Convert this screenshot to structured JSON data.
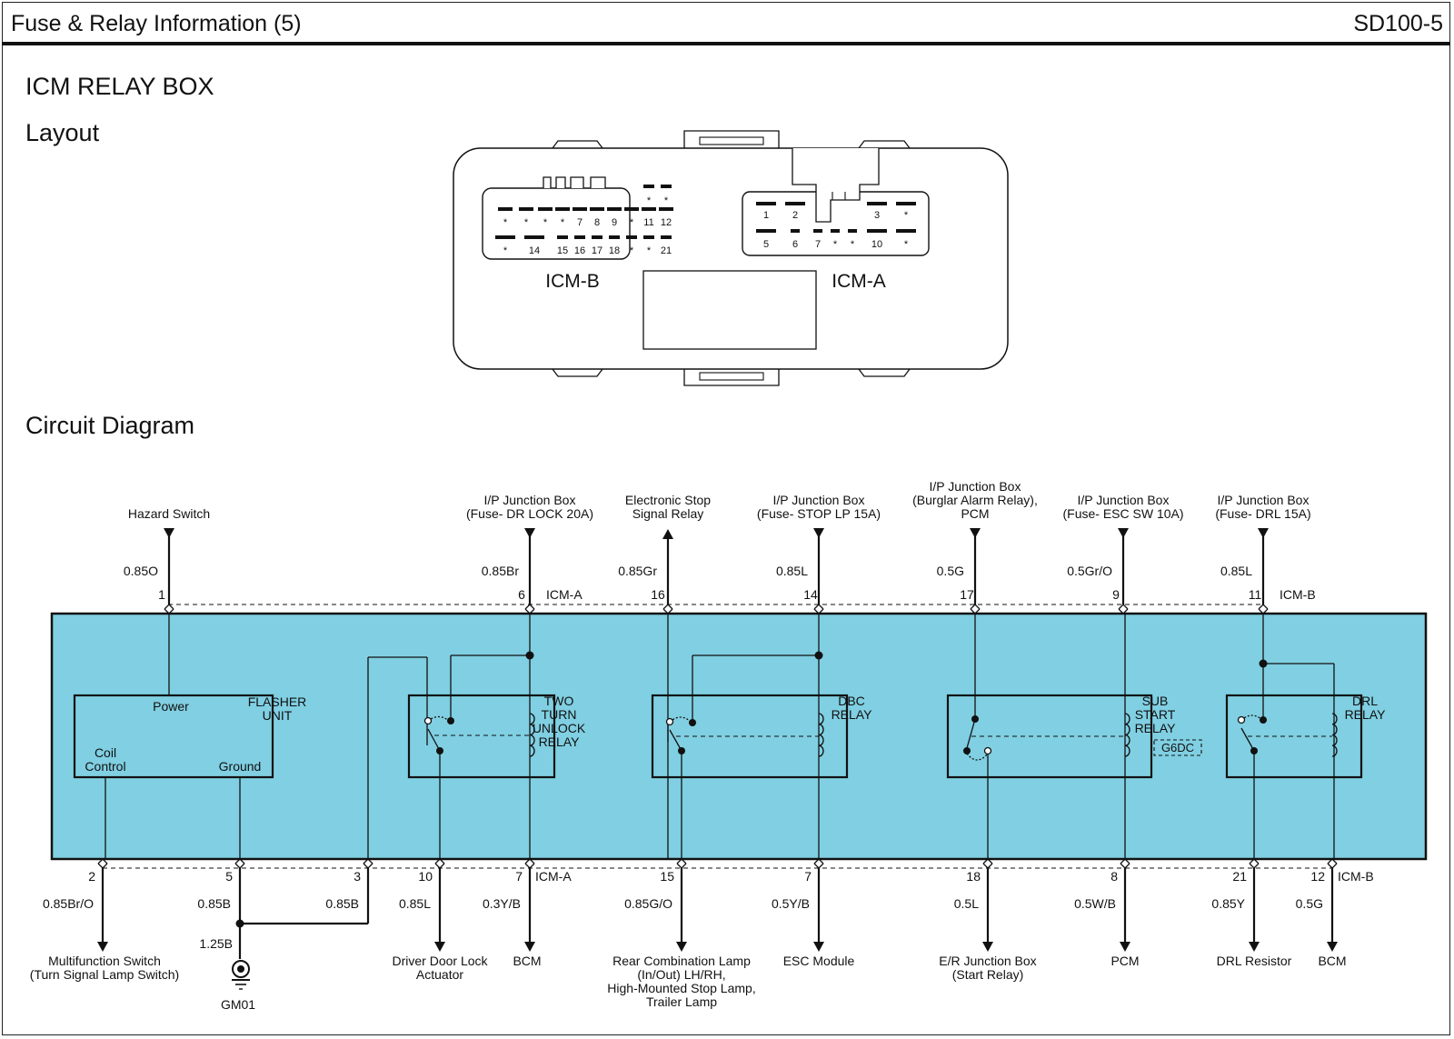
{
  "header": {
    "title": "Fuse & Relay Information (5)",
    "code": "SD100-5"
  },
  "sections": {
    "component": "ICM RELAY BOX",
    "layout": "Layout",
    "circuit": "Circuit Diagram"
  },
  "layout_diagram": {
    "icm_b": {
      "label": "ICM-B",
      "row1": [
        "*",
        "*",
        "*",
        "*",
        "7",
        "8",
        "9",
        "*",
        "11",
        "12"
      ],
      "row1_top_stars": [
        "*",
        "*"
      ],
      "row2": [
        "*",
        "14",
        "15",
        "16",
        "17",
        "18",
        "*",
        "*",
        "21"
      ]
    },
    "icm_a": {
      "label": "ICM-A",
      "row1": [
        "1",
        "2",
        "3",
        "*"
      ],
      "row2": [
        "5",
        "6",
        "7",
        "*",
        "*",
        "10",
        "*"
      ]
    }
  },
  "circuit": {
    "top_connections": [
      {
        "dest": [
          "Hazard Switch"
        ],
        "wire": "0.85O",
        "pin": "1",
        "connector": ""
      },
      {
        "dest": [
          "I/P Junction Box",
          "(Fuse- DR LOCK 20A)"
        ],
        "wire": "0.85Br",
        "pin": "6",
        "connector": "ICM-A"
      },
      {
        "dest": [
          "Electronic Stop",
          "Signal Relay"
        ],
        "wire": "0.85Gr",
        "pin": "16",
        "connector": ""
      },
      {
        "dest": [
          "I/P Junction Box",
          "(Fuse- STOP LP 15A)"
        ],
        "wire": "0.85L",
        "pin": "14",
        "connector": ""
      },
      {
        "dest": [
          "I/P Junction Box",
          "(Burglar Alarm Relay),",
          "PCM"
        ],
        "wire": "0.5G",
        "pin": "17",
        "connector": ""
      },
      {
        "dest": [
          "I/P Junction Box",
          "(Fuse- ESC SW 10A)"
        ],
        "wire": "0.5Gr/O",
        "pin": "9",
        "connector": ""
      },
      {
        "dest": [
          "I/P Junction Box",
          "(Fuse- DRL 15A)"
        ],
        "wire": "0.85L",
        "pin": "11",
        "connector": "ICM-B"
      }
    ],
    "bottom_connections": [
      {
        "pin": "2",
        "wire": "0.85Br/O",
        "connector": ""
      },
      {
        "pin": "5",
        "wire": "0.85B",
        "connector": ""
      },
      {
        "pin": "3",
        "wire": "0.85B",
        "connector": ""
      },
      {
        "pin": "10",
        "wire": "0.85L",
        "connector": ""
      },
      {
        "pin": "7",
        "wire": "0.3Y/B",
        "connector": "ICM-A"
      },
      {
        "pin": "15",
        "wire": "0.85G/O",
        "connector": ""
      },
      {
        "pin": "7",
        "wire": "0.5Y/B",
        "connector": ""
      },
      {
        "pin": "18",
        "wire": "0.5L",
        "connector": ""
      },
      {
        "pin": "8",
        "wire": "0.5W/B",
        "connector": ""
      },
      {
        "pin": "21",
        "wire": "0.85Y",
        "connector": ""
      },
      {
        "pin": "12",
        "wire": "0.5G",
        "connector": "ICM-B"
      }
    ],
    "bottom_destinations": [
      [
        "Multifunction Switch",
        "(Turn Signal Lamp Switch)"
      ],
      [
        "Driver Door Lock",
        "Actuator"
      ],
      [
        "BCM"
      ],
      [
        "Rear Combination Lamp",
        "(In/Out) LH/RH,",
        "High-Mounted Stop Lamp,",
        "Trailer Lamp"
      ],
      [
        "ESC Module"
      ],
      [
        "E/R Junction Box",
        "(Start Relay)"
      ],
      [
        "PCM"
      ],
      [
        "DRL Resistor"
      ],
      [
        "BCM"
      ]
    ],
    "ground": {
      "wire": "1.25B",
      "name": "GM01"
    },
    "flasher": {
      "name": [
        "FLASHER",
        "UNIT"
      ],
      "power": "Power",
      "coil": [
        "Coil",
        "Control"
      ],
      "ground": "Ground"
    },
    "relays": [
      [
        "TWO",
        "TURN",
        "UNLOCK",
        "RELAY"
      ],
      [
        "DBC",
        "RELAY"
      ],
      [
        "SUB",
        "START",
        "RELAY"
      ],
      [
        "DRL",
        "RELAY"
      ]
    ],
    "option_tag": "G6DC",
    "box_color": "#80cfe2"
  }
}
